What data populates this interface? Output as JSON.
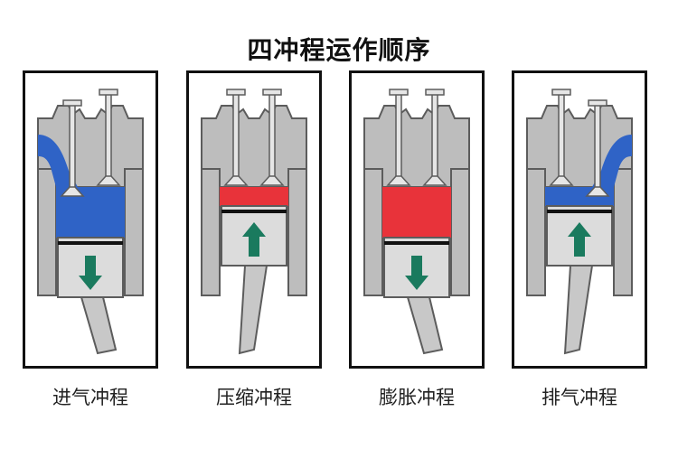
{
  "title": "四冲程运作顺序",
  "colors": {
    "intake_charge": "#2f63c6",
    "compressed_charge": "#e8333a",
    "exhaust_gas": "#2f63c6",
    "arrow": "#1a7a5e",
    "metal": "#bdbdbd",
    "metal_dark": "#5c5c5c",
    "ring": "#111111"
  },
  "strokes": [
    {
      "label": "进气冲程",
      "arrow_direction": "down",
      "charge": "intake",
      "intake_valve_open": true,
      "exhaust_valve_open": false,
      "piston_level": "low",
      "icon": "piston-arrow-down-icon"
    },
    {
      "label": "压缩冲程",
      "arrow_direction": "up",
      "charge": "compressed",
      "intake_valve_open": false,
      "exhaust_valve_open": false,
      "piston_level": "high",
      "icon": "piston-arrow-up-icon"
    },
    {
      "label": "膨胀冲程",
      "arrow_direction": "down",
      "charge": "compressed",
      "intake_valve_open": false,
      "exhaust_valve_open": false,
      "piston_level": "low",
      "icon": "piston-arrow-down-icon"
    },
    {
      "label": "排气冲程",
      "arrow_direction": "up",
      "charge": "exhaust",
      "intake_valve_open": false,
      "exhaust_valve_open": true,
      "piston_level": "high",
      "icon": "piston-arrow-up-icon"
    }
  ]
}
